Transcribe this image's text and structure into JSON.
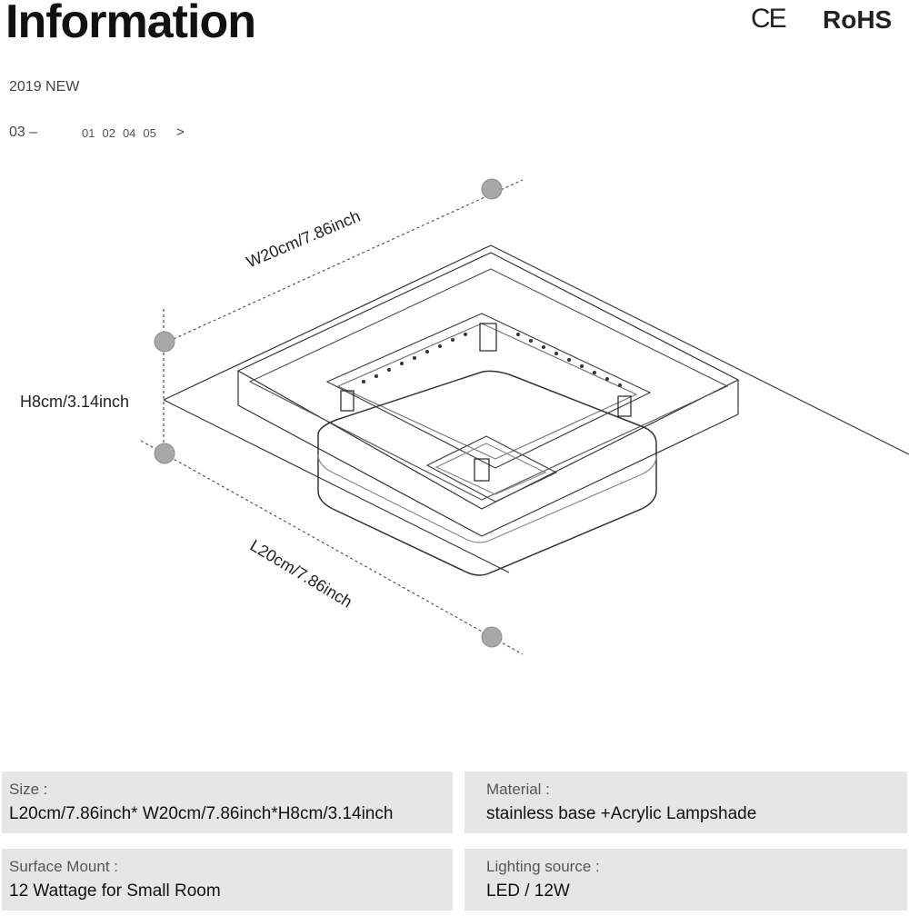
{
  "header": {
    "title": "Information",
    "cert_ce": "CE",
    "cert_rohs": "RoHS"
  },
  "subtitle": "2019 NEW",
  "pager": {
    "current": "03 –",
    "pages": [
      "01",
      "02",
      "04",
      "05"
    ],
    "next": ">"
  },
  "dimensions": {
    "width": "W20cm/7.86inch",
    "height": "H8cm/3.14inch",
    "length": "L20cm/7.86inch"
  },
  "specs": [
    {
      "label": "Size :",
      "value": "L20cm/7.86inch* W20cm/7.86inch*H8cm/3.14inch"
    },
    {
      "label": "Material :",
      "value": "stainless base +Acrylic Lampshade"
    },
    {
      "label": "Surface Mount :",
      "value": "12 Wattage for Small Room"
    },
    {
      "label": "Lighting source :",
      "value": "LED / 12W"
    }
  ],
  "colors": {
    "card_bg": "#e6e6e6",
    "marker": "#a8a8a8"
  }
}
